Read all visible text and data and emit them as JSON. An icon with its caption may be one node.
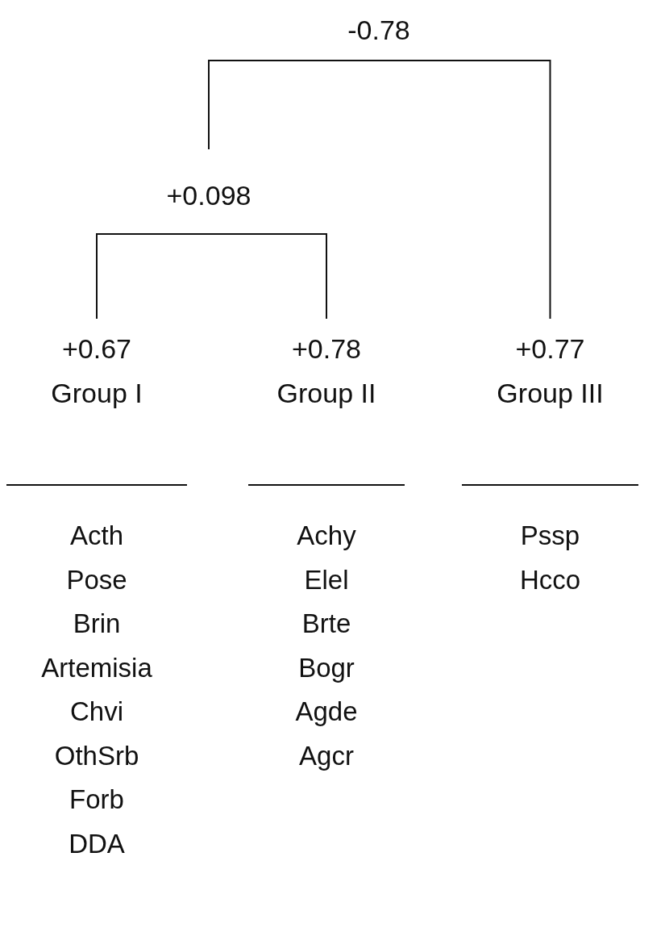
{
  "diagram": {
    "nodes": [
      {
        "text": [
          "+0.67",
          "Group I"
        ]
      },
      {
        "text": [
          "+0.78",
          "Group II"
        ]
      },
      {
        "text": [
          "+0.77",
          "Group III"
        ]
      },
      {
        "text": [
          "Acth",
          "Pose",
          "Brin",
          "Artemisia",
          "Chvi",
          "OthSrb",
          "Forb",
          "DDA"
        ]
      },
      {
        "text": [
          "Achy",
          "Elel",
          "Brte",
          "Bogr",
          "Agde",
          "Agcr"
        ]
      },
      {
        "text": [
          "Pssp",
          "Hcco"
        ]
      },
      {
        "text": [
          "+0.098"
        ]
      },
      {
        "text": [
          "-0.78"
        ]
      }
    ],
    "edges": [
      {
        "from": 6,
        "to": 0,
        "arrow": "none"
      },
      {
        "from": 6,
        "to": 1,
        "arrow": "none"
      },
      {
        "from": 7,
        "to": 6,
        "arrow": "none"
      },
      {
        "from": 7,
        "to": 2,
        "arrow": "none"
      }
    ]
  }
}
